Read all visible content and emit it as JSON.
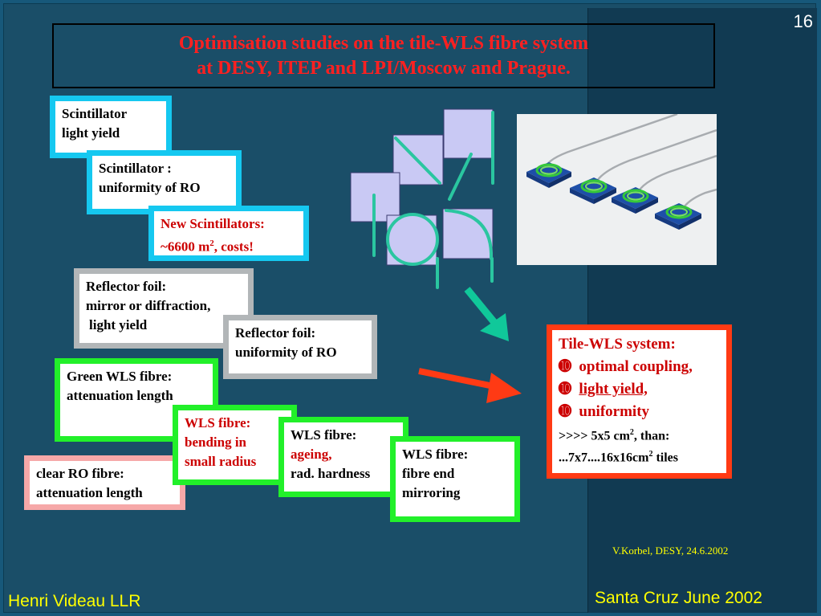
{
  "slide": {
    "page_number": "16",
    "title_line1": "Optimisation studies on the tile-WLS fibre system",
    "title_line2": "at DESY, ITEP and LPI/Moscow and Prague."
  },
  "boxes": {
    "scint_light_yield": [
      "Scintillator",
      "light yield"
    ],
    "scint_uniformity": [
      "Scintillator :",
      "uniformity of RO"
    ],
    "new_scint": [
      "New Scintillators:",
      "~6600 m",
      "2",
      ", costs!"
    ],
    "reflector_1": [
      "Reflector foil:",
      "mirror or diffraction,",
      "light yield"
    ],
    "reflector_2": [
      "Reflector foil:",
      "uniformity of  RO"
    ],
    "green_wls": [
      "Green WLS fibre:",
      "attenuation length"
    ],
    "wls_bending": [
      "WLS fibre:",
      "bending in",
      "small radius"
    ],
    "wls_ageing": [
      "WLS fibre:",
      "ageing,",
      "rad. hardness"
    ],
    "wls_mirroring": [
      "WLS fibre:",
      "fibre end",
      "mirroring"
    ],
    "clear_ro": [
      "clear RO fibre:",
      "attenuation length"
    ]
  },
  "main_box": {
    "heading": "Tile-WLS system:",
    "bullet_glyph": "➓",
    "item1": "optimal coupling,",
    "item2": "light yield,",
    "item3": "uniformity",
    "line4_a": ">>>> 5x5 cm",
    "line4_sup": "2",
    "line4_b": ", than:",
    "line5_a": "...7x7....16x16cm",
    "line5_sup": "2",
    "line5_b": " tiles"
  },
  "credit": "V.Korbel, DESY, 24.6.2002",
  "footer": {
    "left": "Henri Videau  LLR",
    "right": "Santa Cruz June 2002"
  },
  "colors": {
    "background": "#1a4e68",
    "title_red": "#ff2020",
    "footer_yellow": "#ffff00",
    "arrow_teal": "#10c89a",
    "arrow_red": "#ff3a14",
    "tile_fill": "#c9c9f4",
    "fibre_teal": "#2ac6a0"
  }
}
